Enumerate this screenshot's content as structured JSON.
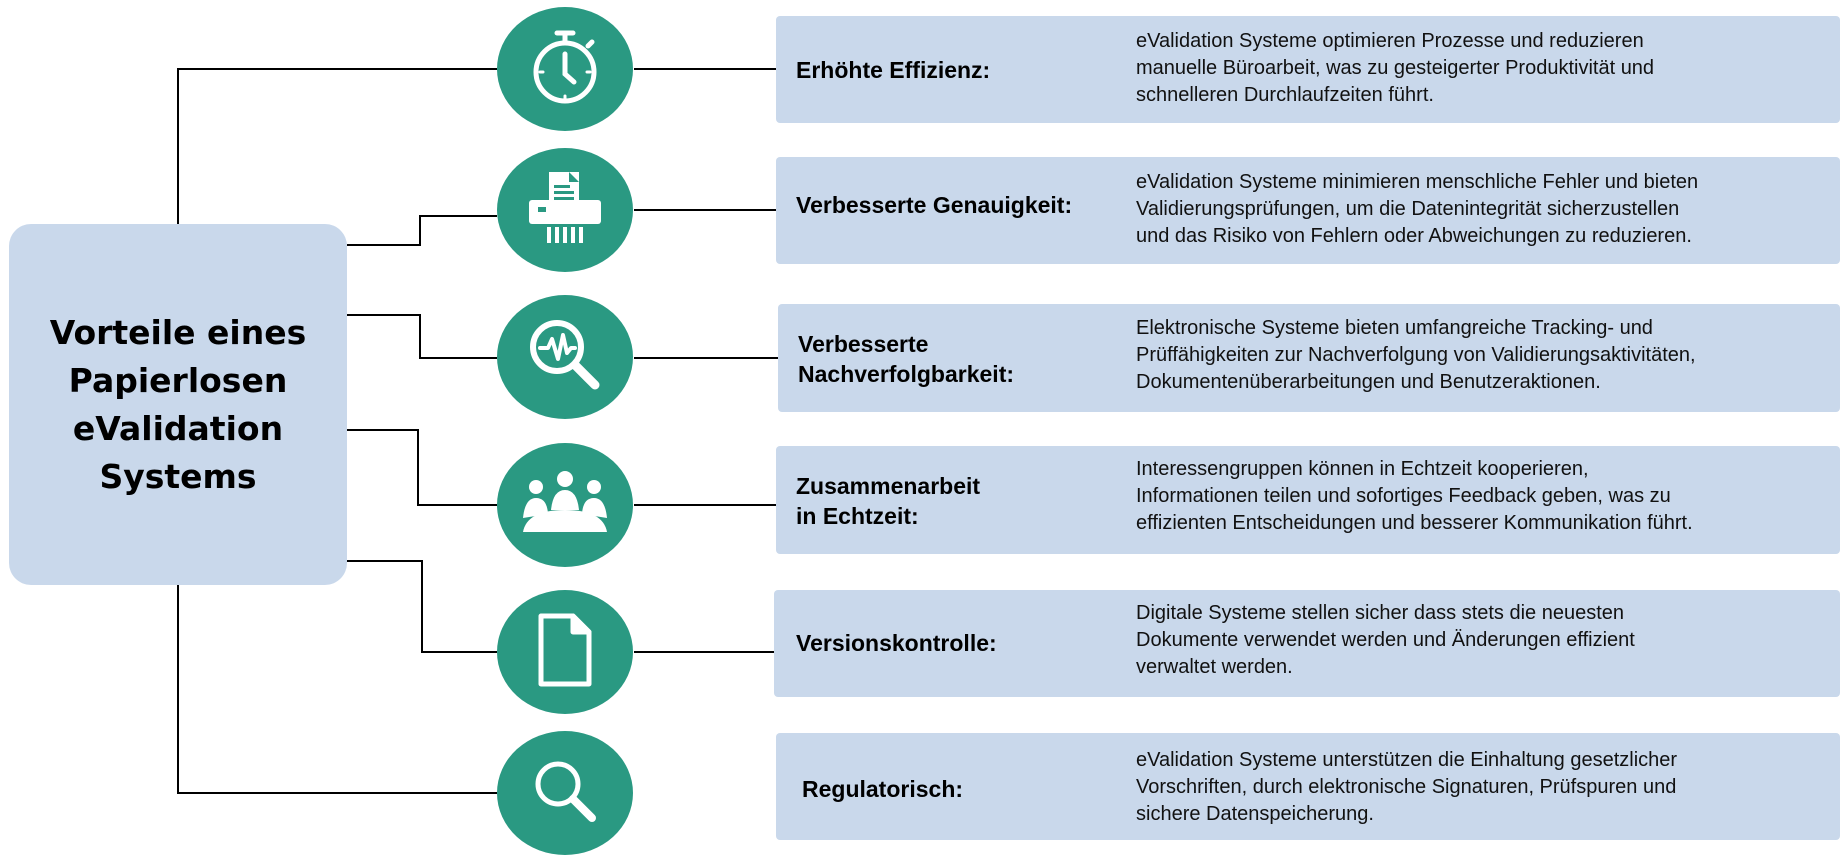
{
  "center": {
    "title": "Vorteile eines\nPapierlosen\neValidation\nSystems"
  },
  "colors": {
    "accent": "#2a9982",
    "panel": "#c9d8eb",
    "line": "#000000"
  },
  "items": [
    {
      "icon": "stopwatch-icon",
      "label": "Erhöhte Effizienz:",
      "desc": [
        "eValidation Systeme optimieren Prozesse und reduzieren",
        "manuelle Büroarbeit, was zu gesteigerter Produktivität und",
        "schnelleren Durchlaufzeiten führt."
      ]
    },
    {
      "icon": "document-printer-icon",
      "label": "Verbesserte Genauigkeit:",
      "desc": [
        "eValidation Systeme minimieren menschliche Fehler und bieten",
        "Validierungsprüfungen, um die Datenintegrität sicherzustellen",
        "und das Risiko von Fehlern oder Abweichungen zu reduzieren."
      ]
    },
    {
      "icon": "magnifier-pulse-icon",
      "label": "Verbesserte\nNachverfolgbarkeit:",
      "desc": [
        "Elektronische Systeme bieten umfangreiche Tracking- und",
        "Prüffähigkeiten zur Nachverfolgung von Validierungsaktivitäten,",
        "Dokumentenüberarbeitungen und Benutzeraktionen."
      ]
    },
    {
      "icon": "team-meeting-icon",
      "label": "Zusammenarbeit\nin Echtzeit:",
      "desc": [
        "Interessengruppen können in Echtzeit kooperieren,",
        "Informationen teilen und sofortiges Feedback geben, was zu",
        "effizienten Entscheidungen und besserer Kommunikation führt."
      ]
    },
    {
      "icon": "document-icon",
      "label": "Versionskontrolle:",
      "desc": [
        "Digitale Systeme stellen sicher dass stets die neuesten",
        "Dokumente verwendet werden und Änderungen effizient",
        "verwaltet werden."
      ]
    },
    {
      "icon": "search-icon",
      "label": "Regulatorisch:",
      "desc": [
        "eValidation Systeme unterstützen die Einhaltung gesetzlicher",
        "Vorschriften, durch elektronische Signaturen, Prüfspuren und",
        "sichere Datenspeicherung."
      ]
    }
  ]
}
